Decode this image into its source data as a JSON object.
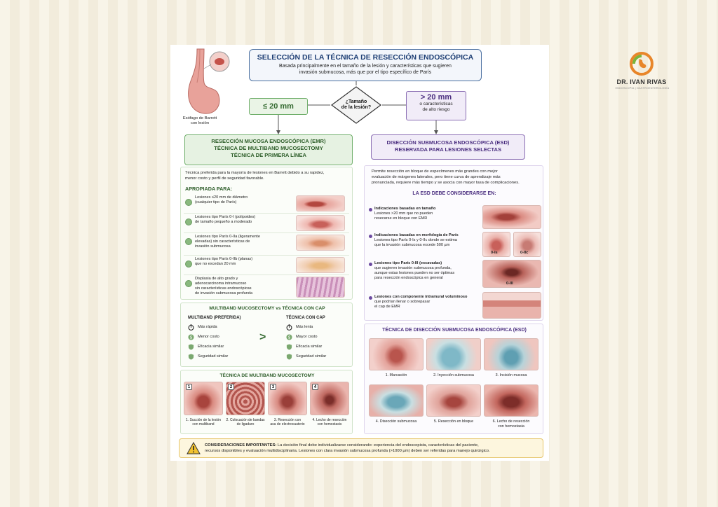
{
  "header": {
    "title": "SELECCIÓN DE LA TÉCNICA DE RESECCIÓN ENDOSCÓPICA",
    "subtitle_1": "Basada principalmente en el tamaño de la lesión y características que sugieren",
    "subtitle_2": "invasión submucosa, más que por el tipo específico de París"
  },
  "esophagus_label_1": "Esófago de Barrett",
  "esophagus_label_2": "con lesión",
  "decision": {
    "question_1": "¿Tamaño",
    "question_2": "de la lesión?",
    "left_option": "≤ 20 mm",
    "right_option": "> 20 mm",
    "right_desc_1": "o características",
    "right_desc_2": "de alto riesgo"
  },
  "emr": {
    "title_1": "RESECCIÓN MUCOSA ENDOSCÓPICA (EMR)",
    "title_2": "TÉCNICA DE MULTIBAND MUCOSECTOMY",
    "title_3": "TÉCNICA DE PRIMERA LÍNEA",
    "intro_1": "Técnica preferida para la mayoría de lesiones en Barrett debido a su rapidez,",
    "intro_2": "menor costo y perfil de seguridad favorable.",
    "section_title": "APROPIADA PARA:",
    "items": [
      {
        "l1": "Lesiones ≤20 mm de diámetro",
        "l2": "(cualquier tipo de París)",
        "l3": "",
        "l4": ""
      },
      {
        "l1": "Lesiones tipo París 0-I (polipoides)",
        "l2": "de tamaño pequeño a moderado",
        "l3": "",
        "l4": ""
      },
      {
        "l1": "Lesiones tipo París 0-IIa (ligeramente",
        "l2": "elevadas) sin características de",
        "l3": "invasión submucosa",
        "l4": ""
      },
      {
        "l1": "Lesiones tipo París 0-IIb (planas)",
        "l2": "que no excedan 20 mm",
        "l3": "",
        "l4": ""
      },
      {
        "l1": "Displasia de alto grado y",
        "l2": "adenocarcinoma intramucoso",
        "l3": "sin características endoscópicas",
        "l4": "de invasión submucosa profunda"
      }
    ]
  },
  "comparison": {
    "title": "MULTIBAND MUCOSECTOMY vs TÉCNICA CON CAP",
    "left_title": "MULTIBAND (PREFERIDA)",
    "right_title": "TÉCNICA CON CAP",
    "left_items": [
      "Más rápida",
      "Menor costo",
      "Eficacia similar",
      "Seguridad similar"
    ],
    "right_items": [
      "Más lenta",
      "Mayor costo",
      "Eficacia similar",
      "Seguridad similar"
    ],
    "arrow": ">"
  },
  "multiband": {
    "title": "TÉCNICA DE MULTIBAND MUCOSECTOMY",
    "steps": [
      {
        "n": "1",
        "c1": "1. Succión de la lesión",
        "c2": "con multiband"
      },
      {
        "n": "2",
        "c1": "2. Colocación de bandas",
        "c2": "de ligaduro"
      },
      {
        "n": "3",
        "c1": "3. Resección con",
        "c2": "asa de electrocauterio"
      },
      {
        "n": "4",
        "c1": "4. Lecho de resección",
        "c2": "con hemostasis"
      }
    ]
  },
  "esd": {
    "title_1": "DISECCIÓN SUBMUCOSA ENDOSCÓPICA (ESD)",
    "title_2": "RESERVADA PARA LESIONES SELECTAS",
    "intro_1": "Permite resección en bloque de especímenes más grandes con mejor",
    "intro_2": "evaluación de márgenes laterales, pero tiene curva de aprendizaje más",
    "intro_3": "pronunciada, requiere más tiempo y se asocia con mayor tasa de complicaciones.",
    "section_title": "LA ESD DEBE CONSIDERARSE EN:",
    "points": [
      {
        "h": "Indicaciones basadas en tamaño",
        "l1": "Lesiones >20 mm que no pueden",
        "l2": "resecarse en bloque con EMR",
        "l3": ""
      },
      {
        "h": "Indicaciones basadas en morfología de París",
        "l1": "Lesiones tipo París 0-Is y 0-IIc donde se estima",
        "l2": "que la invasión submucosa excede 500 µm",
        "l3": ""
      },
      {
        "h": "Lesiones tipo París 0-III (excavadas)",
        "l1": "que sugieren invasión submucosa profunda,",
        "l2": "aunque estas lesiones pueden no ser óptimas",
        "l3": "para resección endoscópica en general"
      },
      {
        "h": "Lesiones con componente intramural voluminoso",
        "l1": "que podrían llenar o sobrepasar",
        "l2": "el cap de EMR",
        "l3": ""
      }
    ],
    "img_labels": [
      "0-Is",
      "0-IIc",
      "0-III"
    ]
  },
  "esd_technique": {
    "title": "TÉCNICA DE DISECCIÓN SUBMUCOSA ENDOSCÓPICA (ESD)",
    "steps": [
      {
        "c1": "1. Marcación",
        "c2": ""
      },
      {
        "c1": "2. Inyección submucosa",
        "c2": ""
      },
      {
        "c1": "3. Incisión mucosa",
        "c2": ""
      },
      {
        "c1": "4. Disección submucosa",
        "c2": ""
      },
      {
        "c1": "5. Resección en bloque",
        "c2": ""
      },
      {
        "c1": "6. Lecho de resección",
        "c2": "con hemostasia"
      }
    ]
  },
  "warning": {
    "label": "CONSIDERACIONES IMPORTANTES:",
    "text_1": " La decisión final debe individualizarse considerando: experiencia del endoscopista, características del paciente,",
    "text_2": "recursos disponibles y evaluación multidisciplinaria. Lesiones con clara invasión submucosa profunda (>1000 µm) deben ser referidas para manejo quirúrgico."
  },
  "logo": {
    "name": "DR. IVAN RIVAS",
    "tagline": "ENDOSCOPIA | GASTROENTEROLOGÍA"
  }
}
